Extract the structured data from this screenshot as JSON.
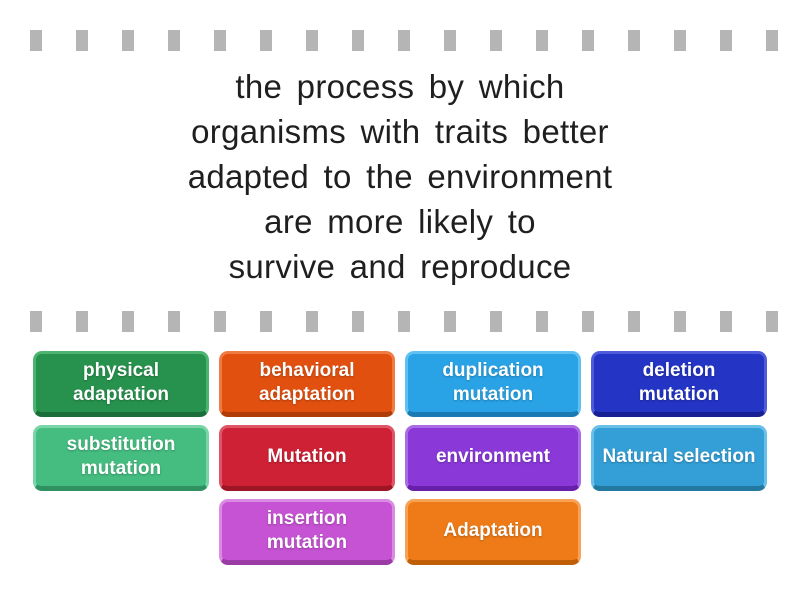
{
  "question": {
    "text": "the process by which\norganisms with traits better\nadapted to the environment\nare more likely to\nsurvive and reproduce"
  },
  "answers": [
    {
      "label": "physical adaptation",
      "fill": "#27924d",
      "border_light": "#4cb470",
      "border_dark": "#1b6e39"
    },
    {
      "label": "behavioral adaptation",
      "fill": "#e2500f",
      "border_light": "#ef7a42",
      "border_dark": "#b03c08"
    },
    {
      "label": "duplication mutation",
      "fill": "#29a3e6",
      "border_light": "#5fc1f2",
      "border_dark": "#1b7ab3"
    },
    {
      "label": "deletion mutation",
      "fill": "#2434c4",
      "border_light": "#4e5cdc",
      "border_dark": "#181f92"
    },
    {
      "label": "substitution mutation",
      "fill": "#45bd80",
      "border_light": "#79d4a7",
      "border_dark": "#2f9160"
    },
    {
      "label": "Mutation",
      "fill": "#ce2135",
      "border_light": "#de5565",
      "border_dark": "#9c1626"
    },
    {
      "label": "environment",
      "fill": "#8a38d8",
      "border_light": "#a96ce5",
      "border_dark": "#6820ab"
    },
    {
      "label": "Natural selection",
      "fill": "#339fd6",
      "border_light": "#68bfe8",
      "border_dark": "#22789f"
    },
    {
      "label": "insertion mutation",
      "fill": "#c653d3",
      "border_light": "#da8ce2",
      "border_dark": "#9a3ba6"
    },
    {
      "label": "Adaptation",
      "fill": "#ee7b17",
      "border_light": "#f6a257",
      "border_dark": "#c05e08"
    }
  ],
  "decor": {
    "square_color": "#b5b5b5",
    "text_color": "#1f1f1f",
    "background": "#ffffff"
  }
}
